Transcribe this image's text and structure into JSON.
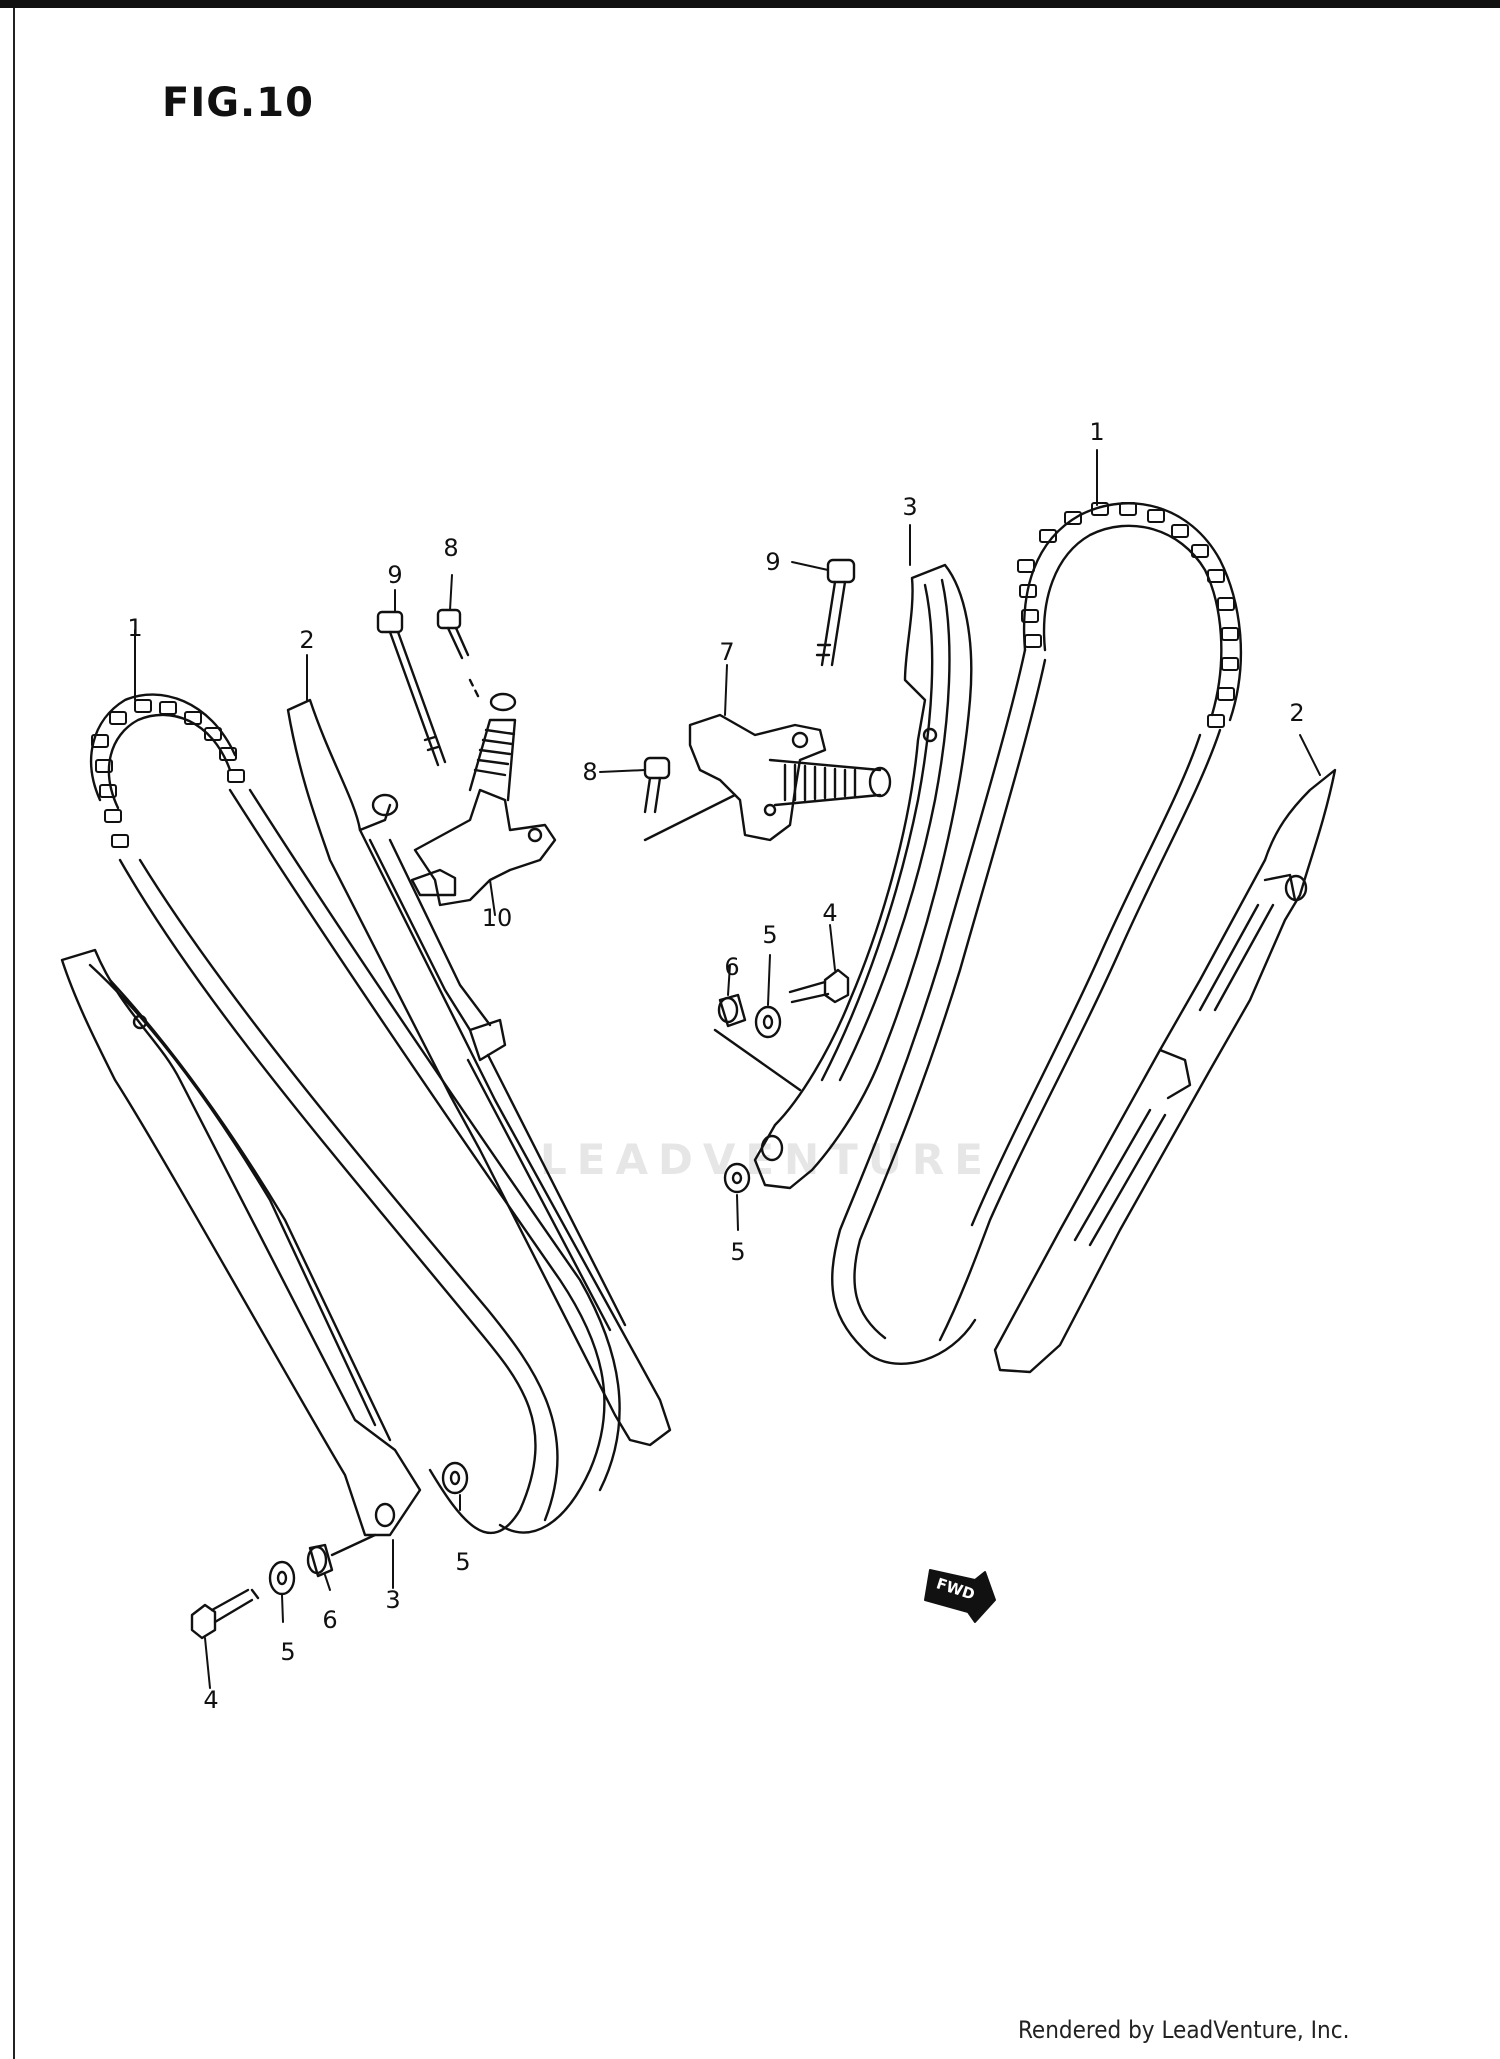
{
  "figure": {
    "title": "FIG.10"
  },
  "footer": {
    "text": "Rendered by LeadVenture, Inc."
  },
  "watermark": {
    "text": "LEADVENTURE"
  },
  "fwd_badge": {
    "text": "FWD"
  },
  "callouts": [
    {
      "id": "c1-left",
      "label": "1"
    },
    {
      "id": "c2-left",
      "label": "2"
    },
    {
      "id": "c9-left",
      "label": "9"
    },
    {
      "id": "c8-left",
      "label": "8"
    },
    {
      "id": "c10",
      "label": "10"
    },
    {
      "id": "c3-left",
      "label": "3"
    },
    {
      "id": "c5-left-a",
      "label": "5"
    },
    {
      "id": "c6-left",
      "label": "6"
    },
    {
      "id": "c5-left-b",
      "label": "5"
    },
    {
      "id": "c4-left",
      "label": "4"
    },
    {
      "id": "c3-right",
      "label": "3"
    },
    {
      "id": "c1-right",
      "label": "1"
    },
    {
      "id": "c9-right",
      "label": "9"
    },
    {
      "id": "c7",
      "label": "7"
    },
    {
      "id": "c8-right",
      "label": "8"
    },
    {
      "id": "c5-right-a",
      "label": "5"
    },
    {
      "id": "c4-right",
      "label": "4"
    },
    {
      "id": "c6-right",
      "label": "6"
    },
    {
      "id": "c5-right-b",
      "label": "5"
    },
    {
      "id": "c2-right",
      "label": "2"
    }
  ],
  "colors": {
    "line": "#111111",
    "background": "#ffffff"
  }
}
